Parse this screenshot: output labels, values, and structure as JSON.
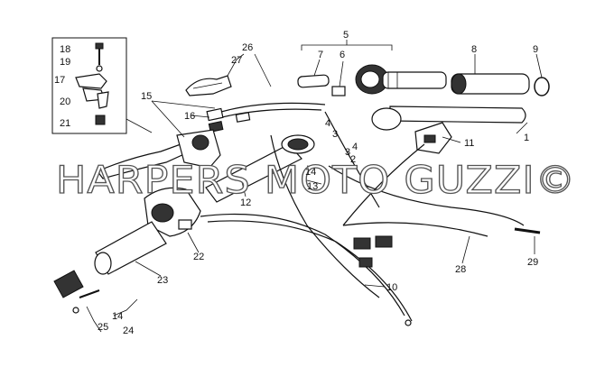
{
  "watermark": "HARPERS MOTO GUZZI©",
  "callouts": [
    {
      "id": "c1",
      "text": "1"
    },
    {
      "id": "c2",
      "text": "2"
    },
    {
      "id": "c3a",
      "text": "3"
    },
    {
      "id": "c3b",
      "text": "3"
    },
    {
      "id": "c4a",
      "text": "4"
    },
    {
      "id": "c4b",
      "text": "4"
    },
    {
      "id": "c5",
      "text": "5"
    },
    {
      "id": "c6",
      "text": "6"
    },
    {
      "id": "c7",
      "text": "7"
    },
    {
      "id": "c8",
      "text": "8"
    },
    {
      "id": "c9",
      "text": "9"
    },
    {
      "id": "c10",
      "text": "10"
    },
    {
      "id": "c11",
      "text": "11"
    },
    {
      "id": "c12",
      "text": "12"
    },
    {
      "id": "c13",
      "text": "13"
    },
    {
      "id": "c14a",
      "text": "14"
    },
    {
      "id": "c14b",
      "text": "14"
    },
    {
      "id": "c15",
      "text": "15"
    },
    {
      "id": "c16",
      "text": "16"
    },
    {
      "id": "c17",
      "text": "17"
    },
    {
      "id": "c18",
      "text": "18"
    },
    {
      "id": "c19",
      "text": "19"
    },
    {
      "id": "c20",
      "text": "20"
    },
    {
      "id": "c21",
      "text": "21"
    },
    {
      "id": "c22",
      "text": "22"
    },
    {
      "id": "c23",
      "text": "23"
    },
    {
      "id": "c24",
      "text": "24"
    },
    {
      "id": "c25",
      "text": "25"
    },
    {
      "id": "c26",
      "text": "26"
    },
    {
      "id": "c27",
      "text": "27"
    },
    {
      "id": "c28",
      "text": "28"
    },
    {
      "id": "c29",
      "text": "29"
    }
  ]
}
